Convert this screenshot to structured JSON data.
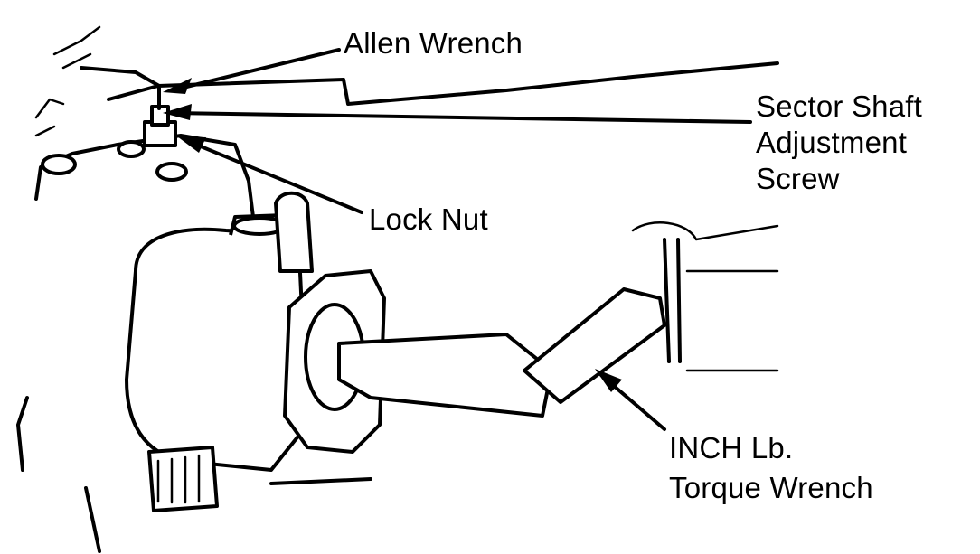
{
  "labels": {
    "allen_wrench": "Allen Wrench",
    "sector_shaft_line1": "Sector Shaft",
    "sector_shaft_line2": "Adjustment",
    "sector_shaft_line3": "Screw",
    "lock_nut": "Lock Nut",
    "torque_line1": "INCH Lb.",
    "torque_line2": "Torque Wrench"
  },
  "colors": {
    "ink": "#000000",
    "paper": "#ffffff"
  }
}
